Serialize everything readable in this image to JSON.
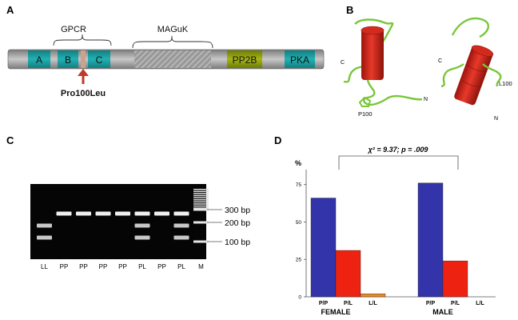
{
  "panel_labels": {
    "a": "A",
    "b": "B",
    "c": "C",
    "d": "D"
  },
  "panel_a": {
    "domains": {
      "a": "A",
      "b": "B",
      "c": "C",
      "pp2b": "PP2B",
      "pka": "PKA"
    },
    "bracket_gpcr": "GPCR",
    "bracket_maguk": "MAGuK",
    "mutation": "Pro100Leu",
    "colors": {
      "teal": "#1a9ea0",
      "olive": "#8a9a0a",
      "arrow": "#c0392b",
      "bar": "#9a9a9a"
    }
  },
  "panel_b": {
    "left": {
      "c_label": "C",
      "n_label": "N",
      "residue": "P100"
    },
    "right": {
      "c_label": "C",
      "n_label": "N",
      "residue": "L100"
    },
    "colors": {
      "helix": "#d42a1e",
      "coil": "#7ac63a"
    }
  },
  "panel_c": {
    "lanes": [
      "LL",
      "PP",
      "PP",
      "PP",
      "PP",
      "PL",
      "PP",
      "PL",
      "M"
    ],
    "markers": [
      "300 bp",
      "200 bp",
      "100 bp"
    ]
  },
  "panel_d": {
    "chi_label": "χ² = 9.37; p = .009",
    "y_unit": "%",
    "chart_data": {
      "type": "bar",
      "groups": [
        {
          "name": "FEMALE",
          "categories": [
            "P/P",
            "P/L",
            "L/L"
          ],
          "values": [
            66,
            31,
            2
          ]
        },
        {
          "name": "MALE",
          "categories": [
            "P/P",
            "P/L",
            "L/L"
          ],
          "values": [
            76,
            24,
            0
          ]
        }
      ],
      "yticks": [
        0,
        25,
        50,
        75
      ],
      "ylim": [
        0,
        85
      ],
      "colors": [
        "#3333aa",
        "#ee2211",
        "#ee8822"
      ],
      "title": "",
      "xlabel": "",
      "ylabel": "%"
    }
  }
}
